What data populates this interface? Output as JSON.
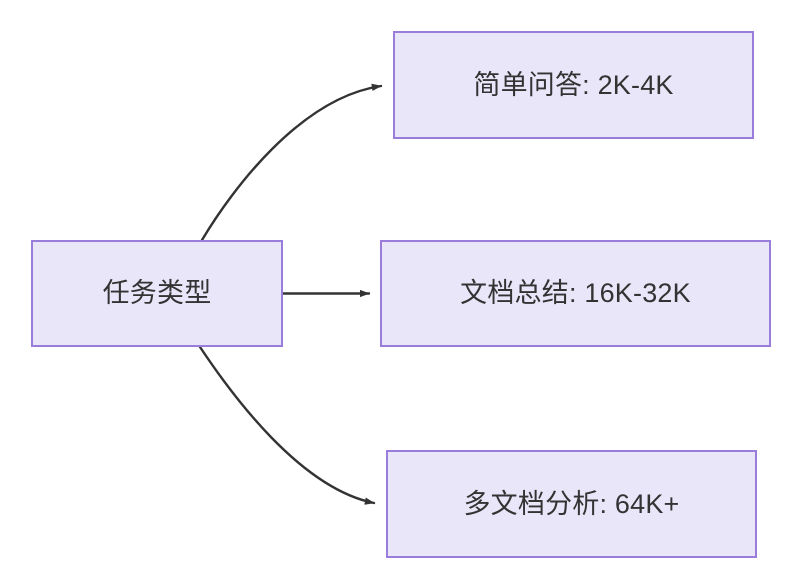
{
  "diagram": {
    "type": "flowchart",
    "direction": "left-to-right",
    "background_color": "#ffffff",
    "node_fill_color": "#e9e6f9",
    "node_border_color": "#9a7ddb",
    "node_text_color": "#333333",
    "edge_color": "#333333",
    "source_node": {
      "id": "task-type",
      "label": "任务类型"
    },
    "target_nodes": [
      {
        "id": "simple-qa",
        "label": "简单问答: 2K-4K",
        "task": "简单问答",
        "range": "2K-4K"
      },
      {
        "id": "doc-summary",
        "label": "文档总结: 16K-32K",
        "task": "文档总结",
        "range": "16K-32K"
      },
      {
        "id": "multi-doc-analysis",
        "label": "多文档分析: 64K+",
        "task": "多文档分析",
        "range": "64K+"
      }
    ],
    "edges": [
      {
        "from": "task-type",
        "to": "simple-qa",
        "label": "",
        "style": "curved-arrow"
      },
      {
        "from": "task-type",
        "to": "doc-summary",
        "label": "",
        "style": "straight-arrow"
      },
      {
        "from": "task-type",
        "to": "multi-doc-analysis",
        "label": "",
        "style": "curved-arrow"
      }
    ]
  }
}
